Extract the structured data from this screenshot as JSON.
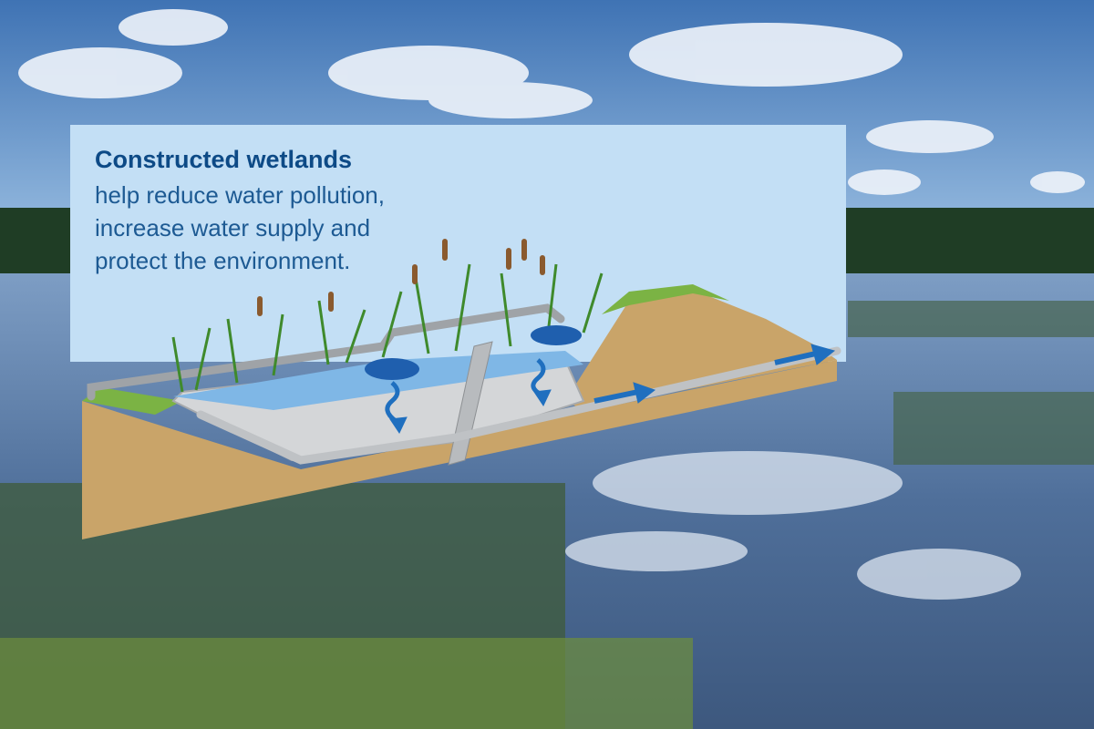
{
  "infographic": {
    "title": "Constructed wetlands",
    "body_lines": [
      "help reduce water pollution,",
      "increase water supply and",
      "protect the environment."
    ]
  },
  "colors": {
    "title": "#0d4a86",
    "body": "#1d5a93",
    "panel": "#c3dff5",
    "arrow": "#1f6fbf",
    "soil": "#c9a469"
  },
  "icons": [
    "wetland-cross-section-illustration",
    "flow-arrow-icon"
  ]
}
